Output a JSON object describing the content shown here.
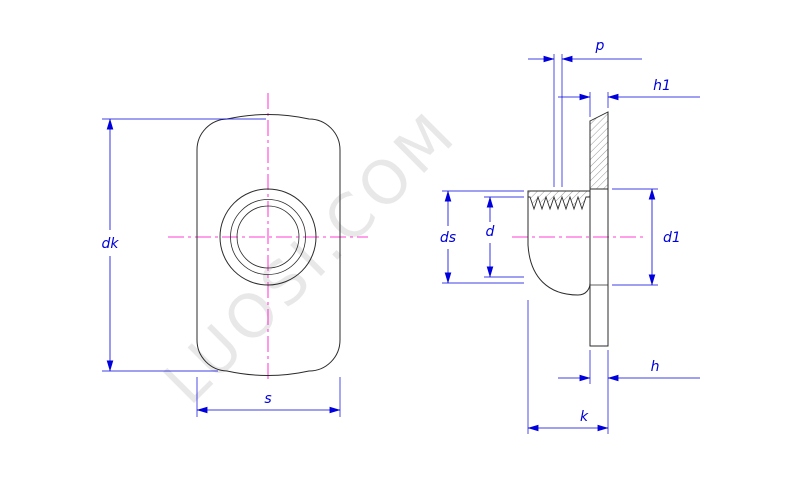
{
  "watermark": "LUOSI.COM",
  "labels": {
    "dk": "dk",
    "s": "s",
    "p": "p",
    "h1": "h1",
    "d": "d",
    "ds": "ds",
    "d1": "d1",
    "h": "h",
    "k": "k"
  },
  "colors": {
    "outline": "#2b2b2b",
    "dimension": "#0000dd",
    "centerline": "#ff00c8",
    "watermark": "#e4e4e4",
    "background": "#ffffff"
  }
}
